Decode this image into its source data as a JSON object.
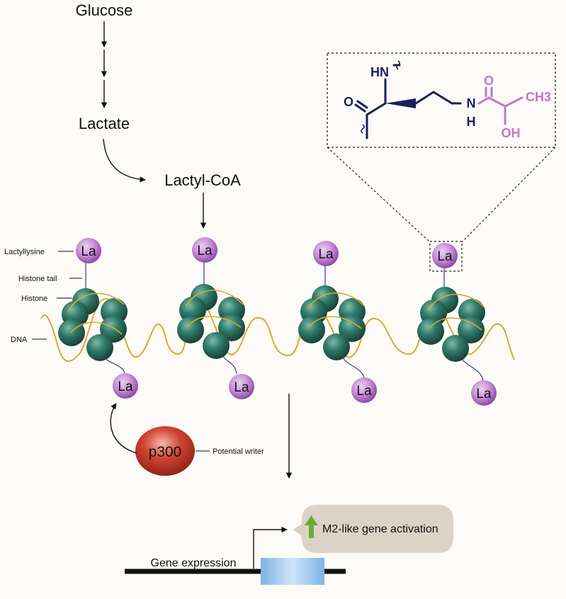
{
  "pathway": {
    "glucose": "Glucose",
    "lactate": "Lactate",
    "lactyl_coa": "Lactyl-CoA"
  },
  "labels": {
    "lactyllysine": "Lactyllysine",
    "histone_tail": "Histone tail",
    "histone": "Histone",
    "dna": "DNA",
    "potential_writer": "Potential writer",
    "gene_expression": "Gene expression"
  },
  "la_badge": "La",
  "enzyme": "p300",
  "activation": "M2-like gene activation",
  "structure": {
    "hn": "HN",
    "o_carbonyl": "O",
    "nh": "N",
    "nh_h": "H",
    "o_lactyl": "O",
    "ch3": "CH3",
    "oh": "OH"
  },
  "colors": {
    "background": "#fcfbf7",
    "la_badge": "#a45fb8",
    "histone": "#2b6b5c",
    "dna": "#e0a72f",
    "tail": "#3a3a9a",
    "enzyme": "#c0302a",
    "lysine": "#1a1f5e",
    "lactyl": "#c078c4",
    "callout": "#dcd3c6",
    "up_arrow": "#6aab3a",
    "gene_box": "#a8cdf0"
  }
}
